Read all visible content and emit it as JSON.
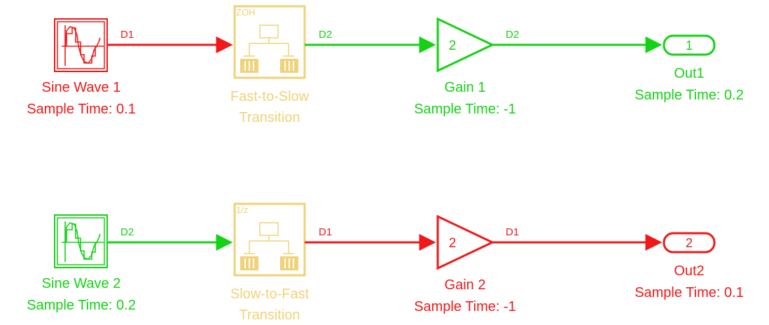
{
  "colors": {
    "fast": "#f01818",
    "slow": "#14d214",
    "transition": "#f0d278"
  },
  "row1": {
    "source": {
      "name": "Sine Wave 1",
      "sample_time": "Sample Time: 0.1",
      "icon": "sine-wave-icon"
    },
    "signal_in": "D1",
    "transition": {
      "tag": "ZOH",
      "name_line1": "Fast-to-Slow",
      "name_line2": "Transition",
      "icon": "rate-transition-icon"
    },
    "signal_mid": "D2",
    "gain": {
      "value": "2",
      "name": "Gain 1",
      "sample_time": "Sample Time: -1"
    },
    "signal_out": "D2",
    "outport": {
      "number": "1",
      "name": "Out1",
      "sample_time": "Sample Time: 0.2"
    }
  },
  "row2": {
    "source": {
      "name": "Sine Wave 2",
      "sample_time": "Sample Time: 0.2",
      "icon": "sine-wave-icon"
    },
    "signal_in": "D2",
    "transition": {
      "tag": "1/z",
      "name_line1": "Slow-to-Fast",
      "name_line2": "Transition",
      "icon": "rate-transition-icon"
    },
    "signal_mid": "D1",
    "gain": {
      "value": "2",
      "name": "Gain 2",
      "sample_time": "Sample Time: -1"
    },
    "signal_out": "D1",
    "outport": {
      "number": "2",
      "name": "Out2",
      "sample_time": "Sample Time: 0.1"
    }
  }
}
